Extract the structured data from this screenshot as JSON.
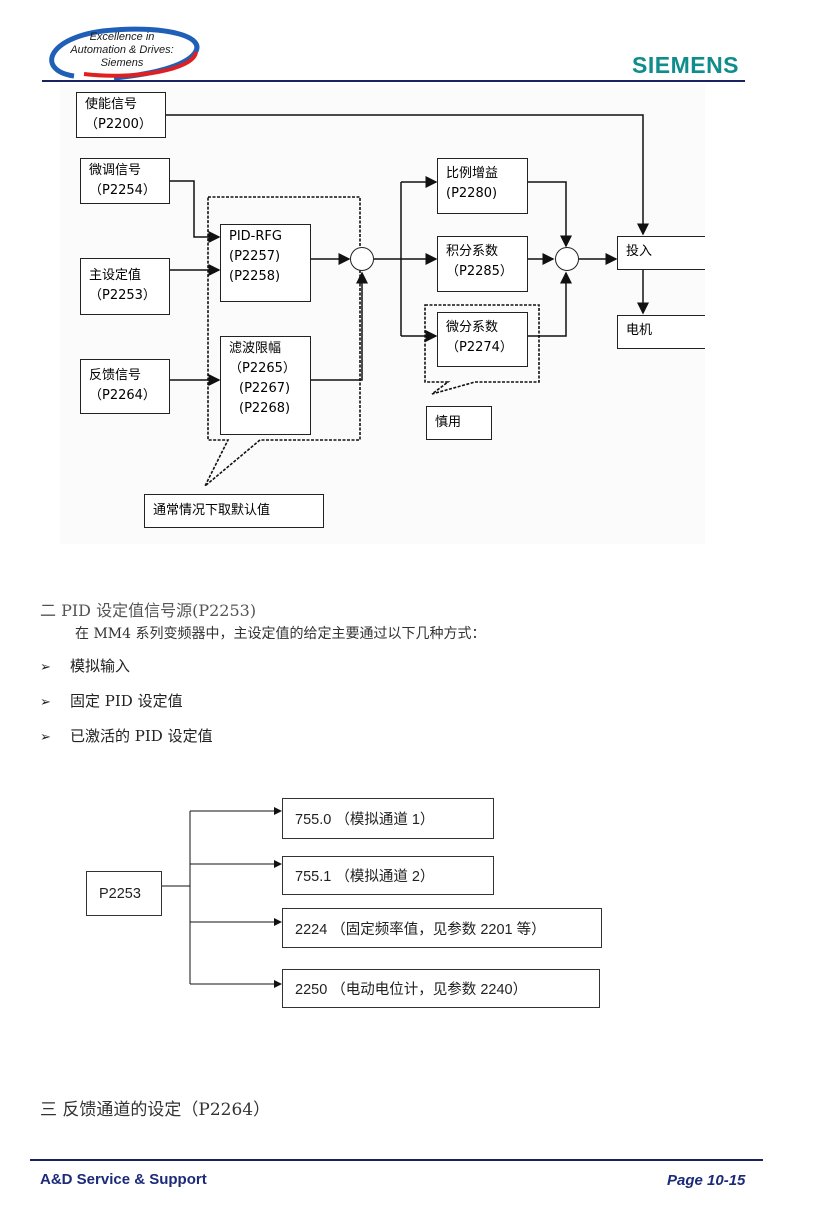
{
  "header": {
    "logo_lines": [
      "Excellence in",
      "Automation & Drives:",
      "Siemens"
    ],
    "brand": "SIEMENS"
  },
  "diagram1": {
    "enable_signal": {
      "label": "使能信号",
      "param": "（P2200）"
    },
    "trim_signal": {
      "label": "微调信号",
      "param": "（P2254）"
    },
    "main_setpoint": {
      "label": "主设定值",
      "param": "（P2253）"
    },
    "feedback_signal": {
      "label": "反馈信号",
      "param": "（P2264）"
    },
    "pid_rfg": {
      "label": "PID-RFG",
      "p1": "(P2257)",
      "p2": "(P2258)"
    },
    "filter_limit": {
      "label": "滤波限幅",
      "p1": "（P2265）",
      "p2": "(P2267)",
      "p3": "(P2268)"
    },
    "default_note": "通常情况下取默认值",
    "proportional_gain": {
      "label": "比例增益",
      "param": "(P2280)"
    },
    "integral_coef": {
      "label": "积分系数",
      "param": "（P2285）"
    },
    "derivative_coef": {
      "label": "微分系数",
      "param": "（P2274）"
    },
    "caution_note": "慎用",
    "enable_output": "投入",
    "motor": "电机"
  },
  "section2": {
    "title": "二 PID 设定值信号源(P2253)",
    "intro": "在 MM4 系列变频器中，主设定值的给定主要通过以下几种方式：",
    "bullets": [
      "模拟输入",
      "固定 PID 设定值",
      "已激活的 PID 设定值"
    ],
    "bullet_marker": "➢"
  },
  "diagram2": {
    "source": "P2253",
    "options": [
      "755.0 （模拟通道 1）",
      "755.1 （模拟通道 2）",
      "2224 （固定频率值，见参数 2201 等）",
      "2250 （电动电位计，见参数 2240）"
    ]
  },
  "section3": {
    "title": "三 反馈通道的设定（P2264）"
  },
  "footer": {
    "left": "A&D Service & Support",
    "right": "Page 10-15"
  }
}
